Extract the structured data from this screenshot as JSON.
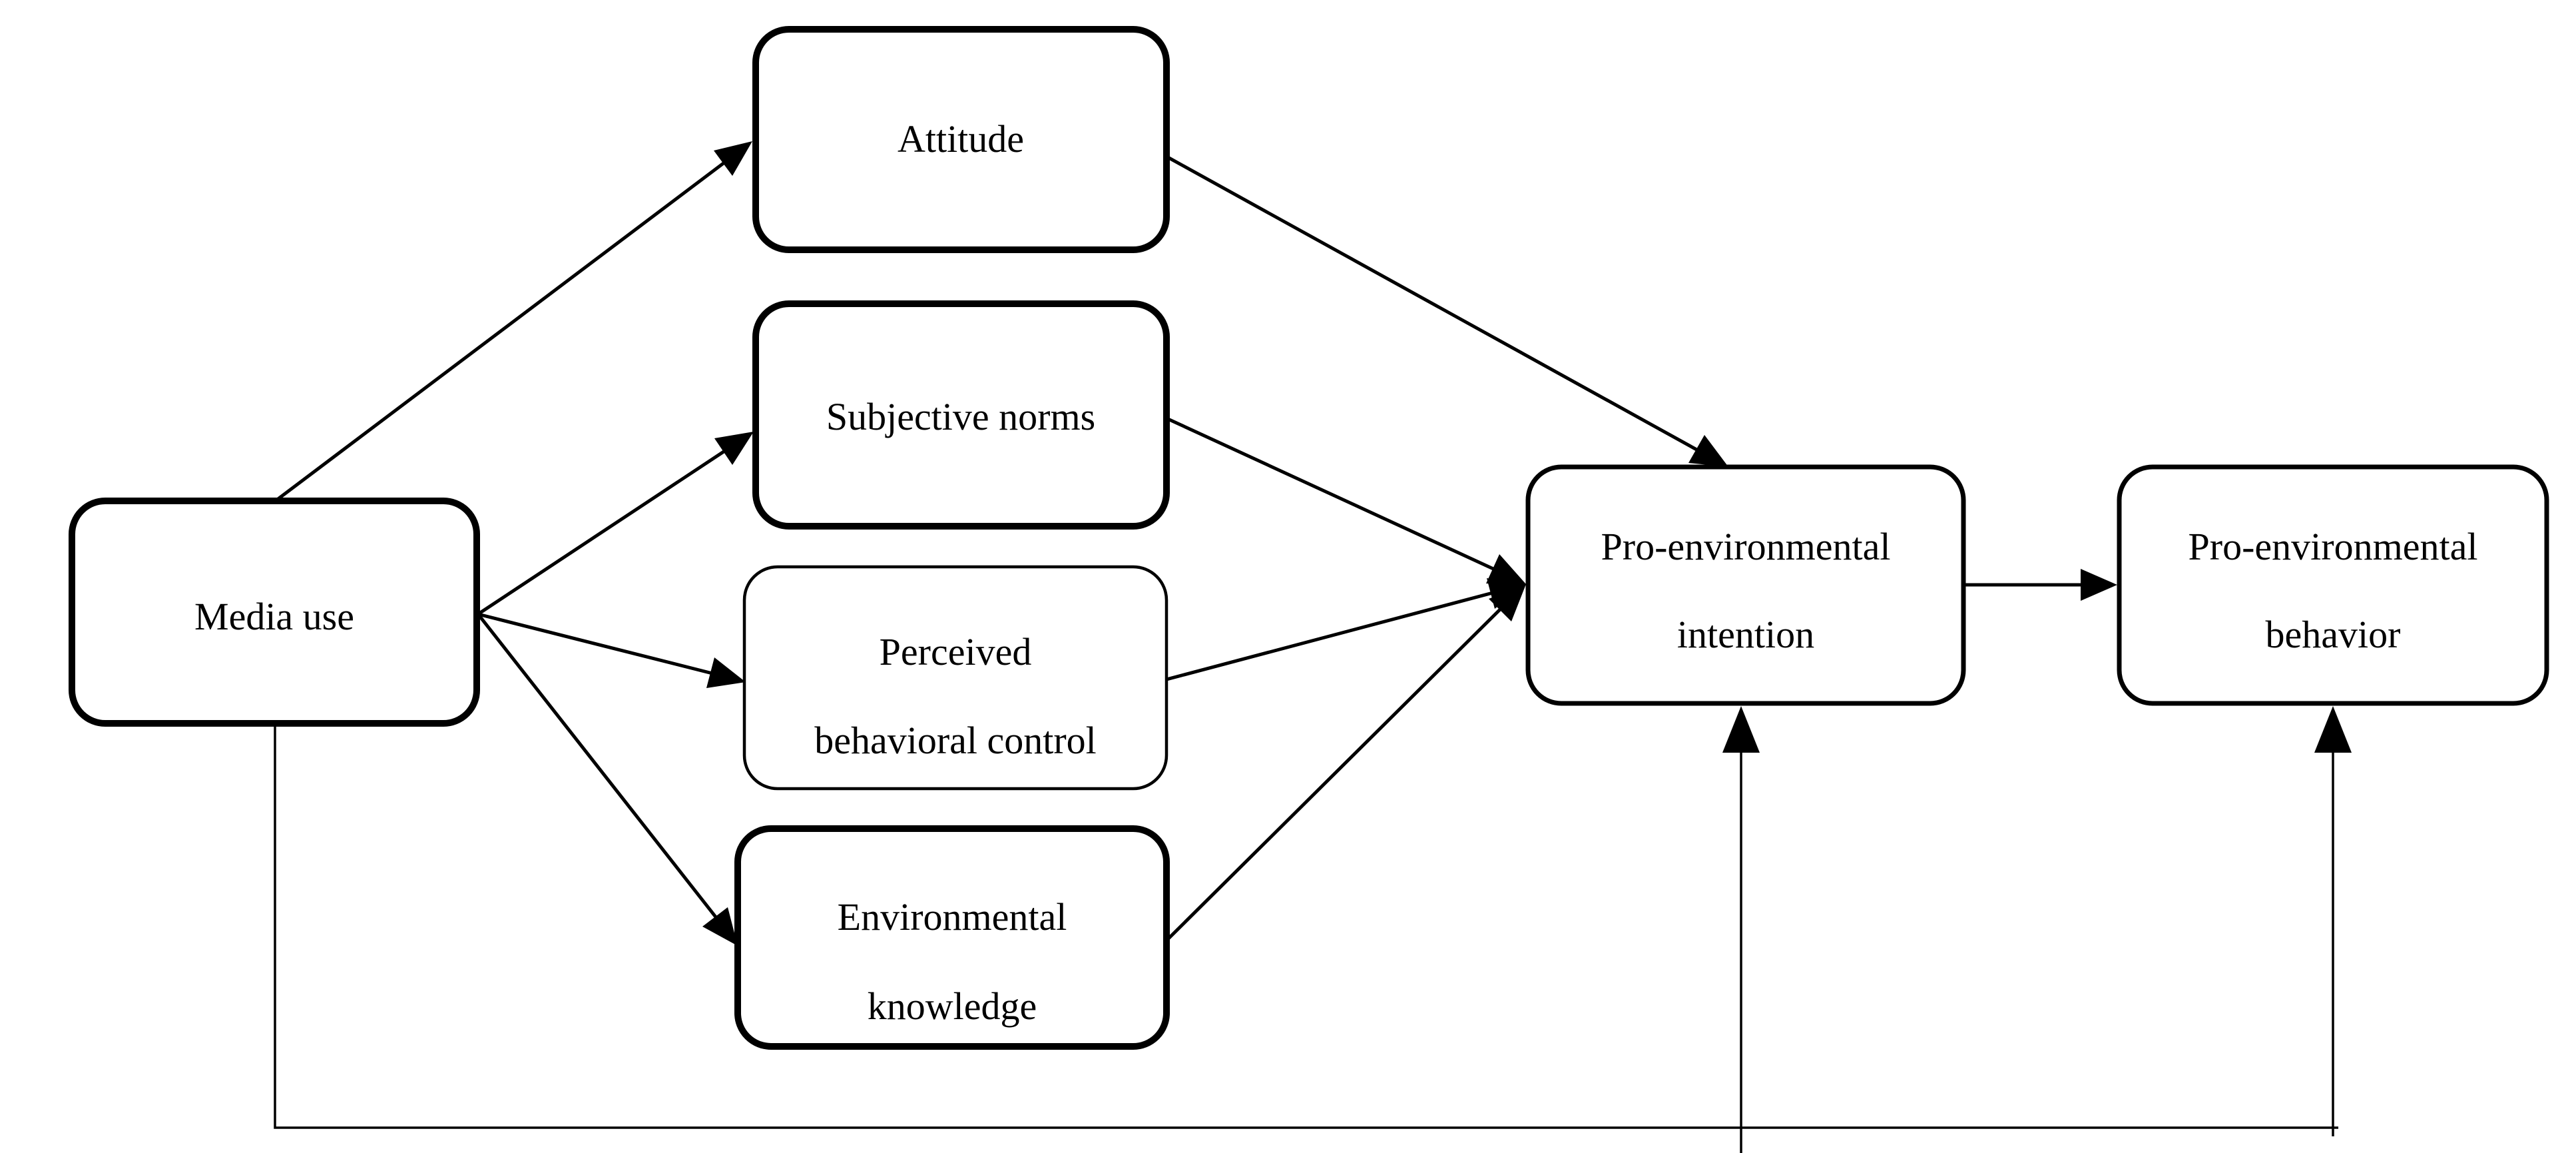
{
  "diagram": {
    "type": "path-model",
    "colors": {
      "background": "#ffffff",
      "line": "#000000",
      "text": "#000000"
    },
    "nodes": {
      "media_use": {
        "id": "media-use",
        "line1": "Media use"
      },
      "attitude": {
        "id": "attitude",
        "line1": "Attitude"
      },
      "subjective_norms": {
        "id": "subjective-norms",
        "line1": "Subjective norms"
      },
      "pbc": {
        "id": "perceived-behavioral-control",
        "line1": "Perceived",
        "line2": "behavioral control"
      },
      "env_knowledge": {
        "id": "environmental-knowledge",
        "line1": "Environmental",
        "line2": "knowledge"
      },
      "intention": {
        "id": "pro-environmental-intention",
        "line1": "Pro-environmental",
        "line2": "intention"
      },
      "behavior": {
        "id": "pro-environmental-behavior",
        "line1": "Pro-environmental",
        "line2": "behavior"
      }
    },
    "edges": [
      {
        "from": "media_use",
        "to": "attitude",
        "style": "arrow"
      },
      {
        "from": "media_use",
        "to": "subjective_norms",
        "style": "arrow"
      },
      {
        "from": "media_use",
        "to": "pbc",
        "style": "arrow"
      },
      {
        "from": "media_use",
        "to": "env_knowledge",
        "style": "arrow"
      },
      {
        "from": "attitude",
        "to": "intention",
        "style": "arrow"
      },
      {
        "from": "subjective_norms",
        "to": "intention",
        "style": "arrow"
      },
      {
        "from": "pbc",
        "to": "intention",
        "style": "arrow"
      },
      {
        "from": "env_knowledge",
        "to": "intention",
        "style": "arrow"
      },
      {
        "from": "intention",
        "to": "behavior",
        "style": "arrow"
      },
      {
        "from": "media_use",
        "to": "intention",
        "style": "arrow",
        "via": "bottom-route"
      },
      {
        "from": "media_use",
        "to": "behavior",
        "style": "arrow",
        "via": "bottom-route"
      }
    ]
  }
}
